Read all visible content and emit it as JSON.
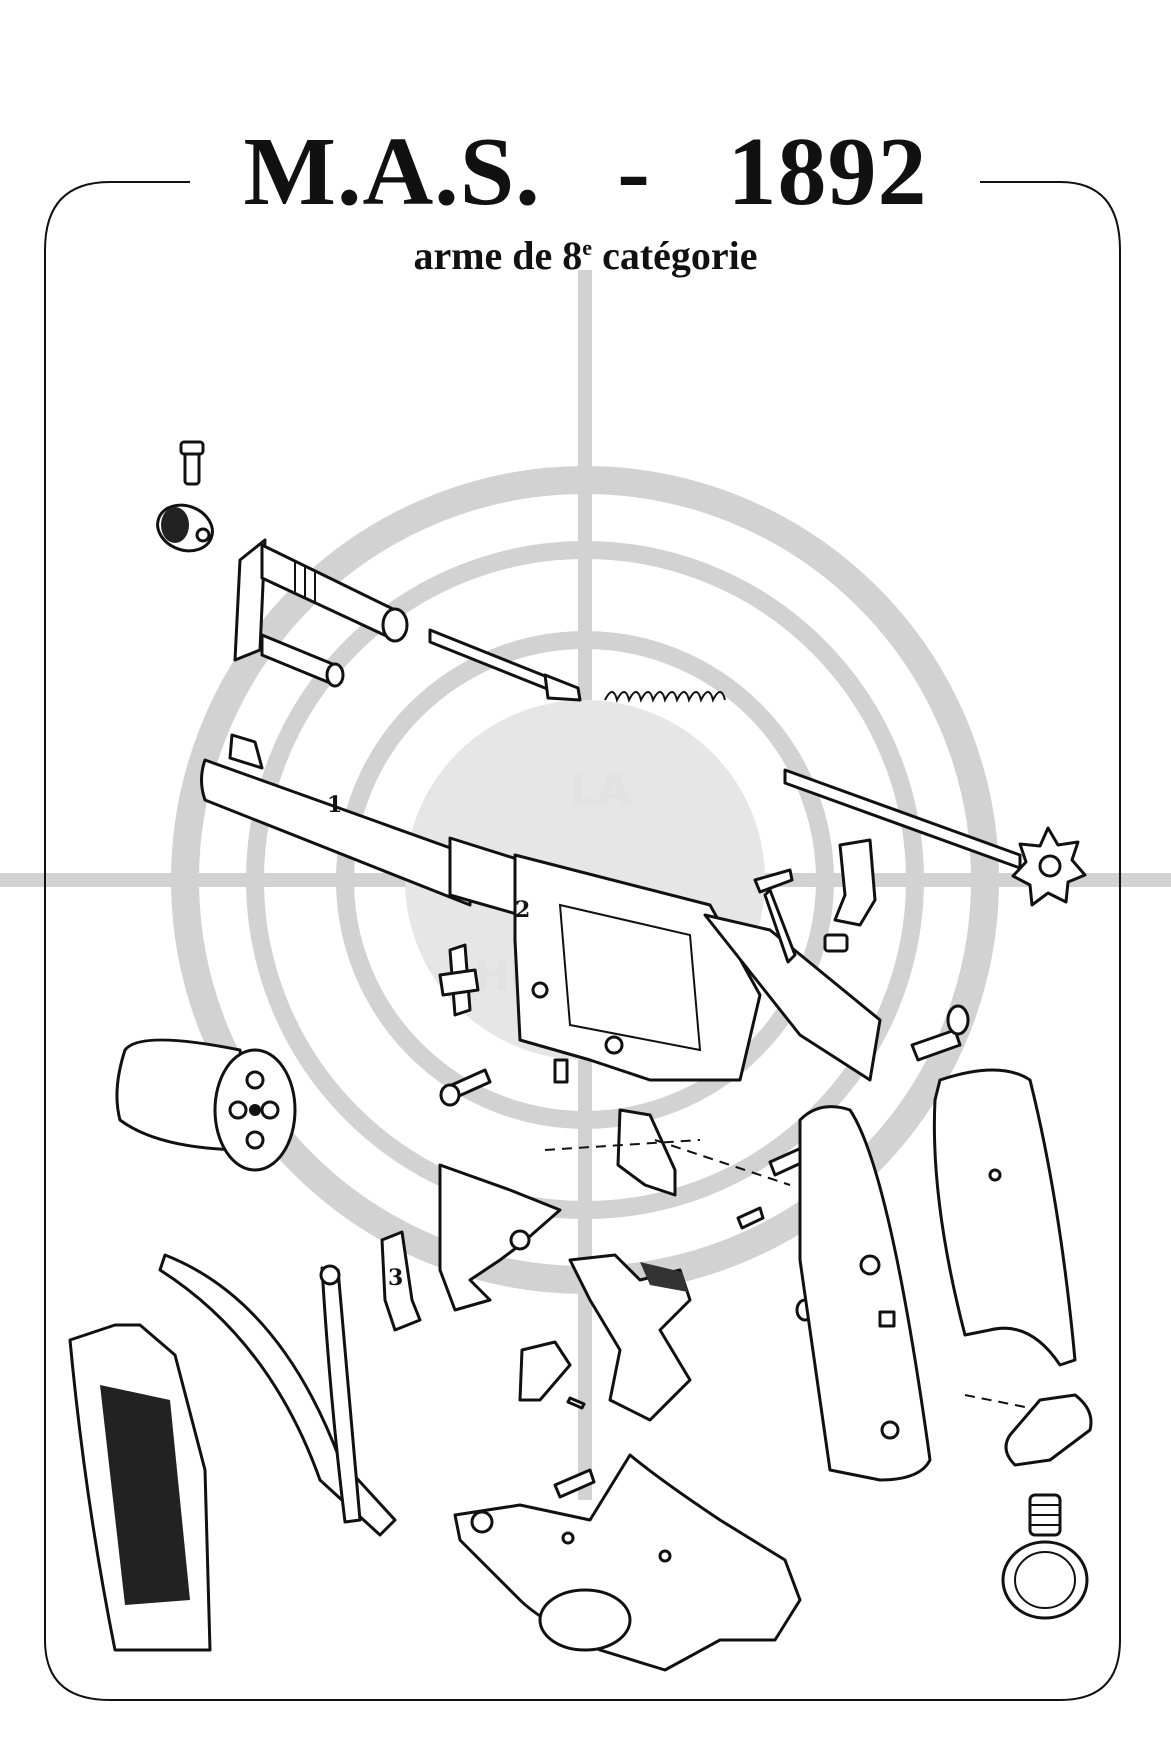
{
  "title": "M.A.S.   -   1892",
  "subtitle_main": "arme de 8",
  "subtitle_sup": "e",
  "subtitle_rest": " catégorie",
  "watermark": {
    "line1": "LA",
    "line2": "HISTOIRE"
  },
  "part_numbers": {
    "barrel": "1",
    "frame": "2",
    "lever": "3"
  },
  "colors": {
    "ink": "#111111",
    "watermark": "#d2d2d2",
    "background": "#ffffff"
  },
  "parts": [
    "screw-top",
    "knurled-nut",
    "ejector-rod-assembly",
    "firing-rod",
    "coil-spring",
    "cylinder-axis-rod",
    "star-ratchet",
    "barrel",
    "frame",
    "small-spring-piece",
    "cylinder",
    "hammer",
    "trigger-guard-piece",
    "grip-panel-right",
    "grip-panel-left",
    "main-spring",
    "trigger",
    "pawl",
    "recoil-plate",
    "lanyard-ring",
    "side-plate"
  ]
}
